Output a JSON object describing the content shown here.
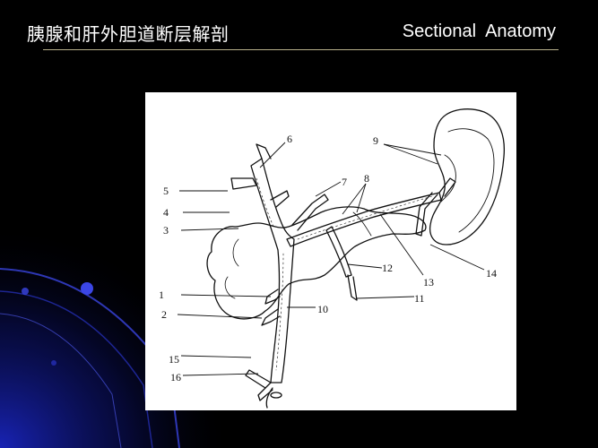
{
  "slide": {
    "title_cn": "胰腺和肝外胆道断层解剖",
    "title_en": "Sectional  Anatomy",
    "background_color": "#000000",
    "accent_color": "#1a23d6"
  },
  "figure": {
    "labels": [
      "1",
      "2",
      "3",
      "4",
      "5",
      "6",
      "7",
      "8",
      "9",
      "10",
      "11",
      "12",
      "13",
      "14",
      "15",
      "16"
    ]
  }
}
